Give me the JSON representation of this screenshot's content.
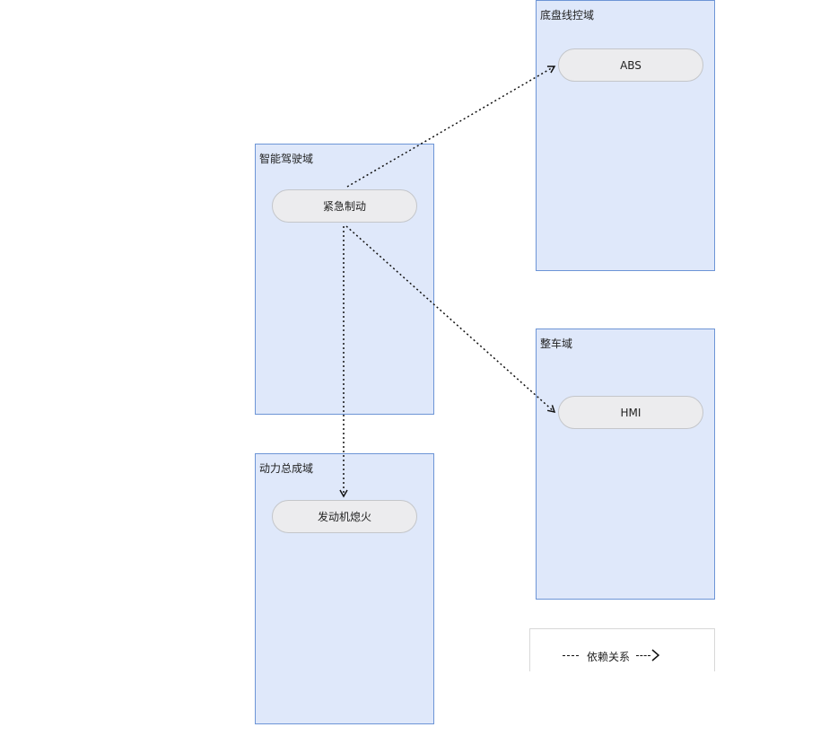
{
  "domains": {
    "adas": {
      "label": "智能驾驶域"
    },
    "chassis": {
      "label": "底盘线控域"
    },
    "vehicle": {
      "label": "整车域"
    },
    "powertrain": {
      "label": "动力总成域"
    }
  },
  "nodes": {
    "aeb": {
      "label": "紧急制动"
    },
    "abs": {
      "label": "ABS"
    },
    "hmi": {
      "label": "HMI"
    },
    "engine_stop": {
      "label": "发动机熄火"
    }
  },
  "edges": [
    {
      "from": "紧急制动",
      "to": "ABS",
      "style": "dotted-arrow"
    },
    {
      "from": "紧急制动",
      "to": "HMI",
      "style": "dotted-arrow"
    },
    {
      "from": "紧急制动",
      "to": "发动机熄火",
      "style": "dotted-arrow"
    }
  ],
  "legend": {
    "label": "依赖关系"
  },
  "colors": {
    "domain_fill": "#dfe8fa",
    "domain_border": "#6d95d6",
    "node_fill": "#ececee",
    "node_border": "#c4c6ca",
    "edge": "#111111"
  }
}
